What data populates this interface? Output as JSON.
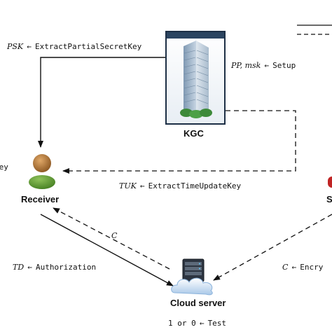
{
  "entities": {
    "kgc": {
      "label": "KGC"
    },
    "receiver": {
      "label": "Receiver"
    },
    "cloud": {
      "label": "Cloud server"
    },
    "sender_partial": {
      "label": "S"
    }
  },
  "edges": {
    "psk": {
      "var": "PSK",
      "arrow": "←",
      "func": "ExtractPartialSecretKey"
    },
    "setup": {
      "var": "PP, msk",
      "arrow": "←",
      "func": "Setup"
    },
    "tuk": {
      "var": "TUK",
      "arrow": "←",
      "func": "ExtractTimeUpdateKey"
    },
    "c_upload": {
      "var": "C"
    },
    "td": {
      "var": "TD",
      "arrow": "←",
      "func": "Authorization"
    },
    "encrypt": {
      "var": "C",
      "arrow": "←",
      "func": "Encry"
    },
    "test": {
      "var": "1 or 0",
      "arrow": "←",
      "func": "Test"
    }
  },
  "left_cut_label": "Key"
}
